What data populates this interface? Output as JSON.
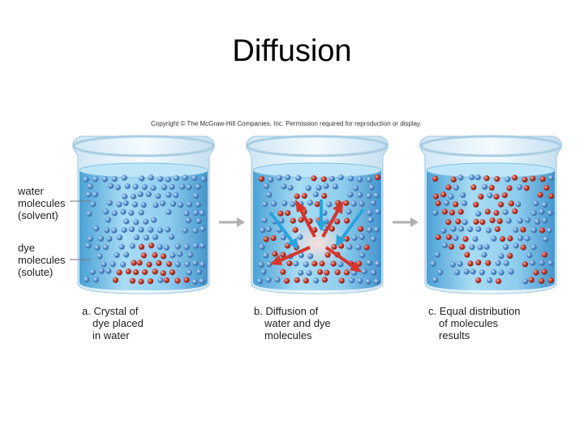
{
  "title": "Diffusion",
  "copyright": "Copyright © The McGraw-Hill Companies, Inc. Permission required for reproduction or display.",
  "labels": {
    "water": [
      "water",
      "molecules",
      "(solvent)"
    ],
    "dye": [
      "dye",
      "molecules",
      "(solute)"
    ]
  },
  "captions": {
    "a": [
      "a. Crystal of",
      "dye placed",
      "in water"
    ],
    "b": [
      "b. Diffusion of",
      "water and dye",
      "molecules"
    ],
    "c": [
      "c. Equal distribution",
      "of molecules",
      "results"
    ]
  },
  "colors": {
    "water_molecule": "#4f8fcf",
    "dye_molecule": "#b8362c",
    "beaker_liquid": "#7ec3ea",
    "arrow_blue": "#2aa3dd",
    "arrow_red": "#d7342c",
    "process_arrow": "#b0b0b0"
  }
}
